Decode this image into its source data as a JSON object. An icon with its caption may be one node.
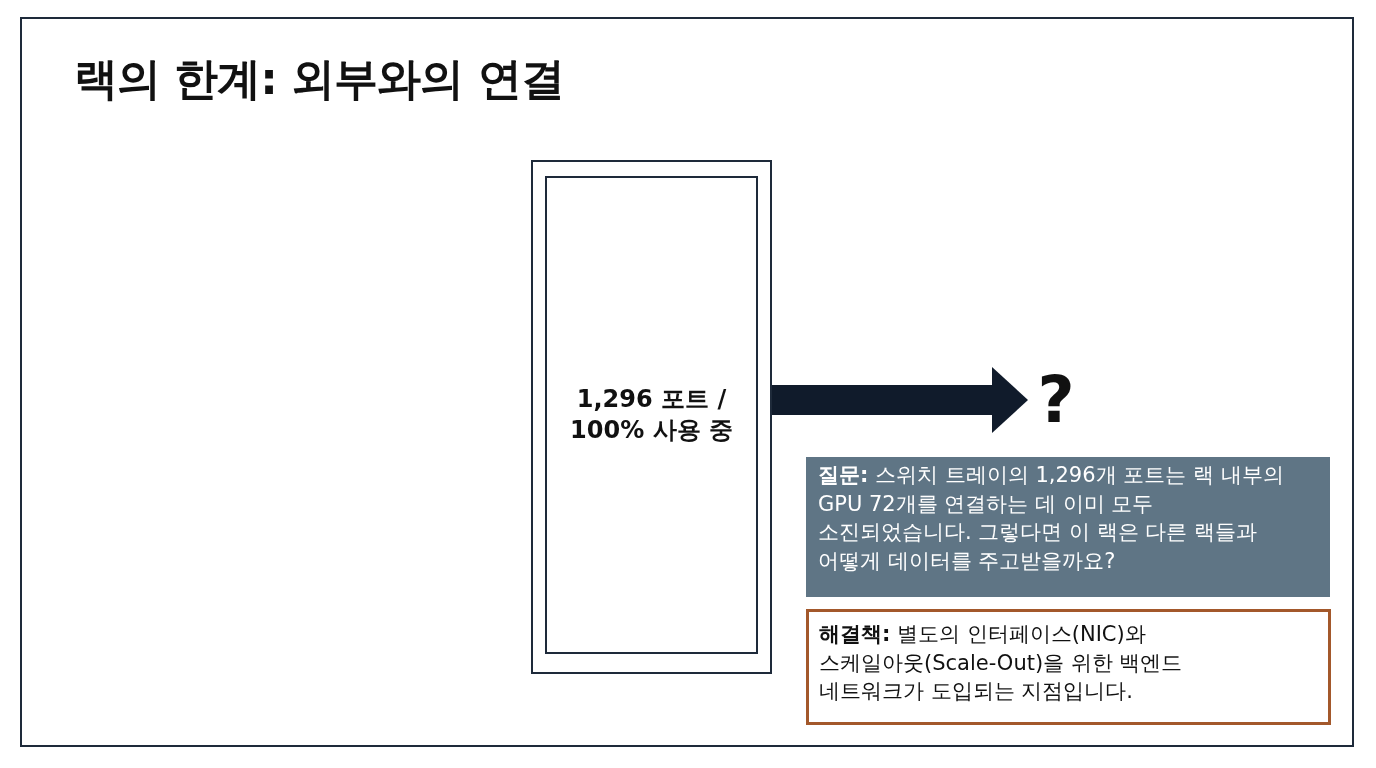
{
  "diagram": {
    "title": "랙의 한계: 외부와의 연결",
    "nodes": [
      {
        "text": [],
        "shape": "box"
      },
      {
        "text": [
          "1,296 포트 / 100% 사용 중"
        ],
        "in": 0
      },
      {
        "text": [
          "?"
        ]
      },
      {
        "text": [
          "**질문:** 스위치 트레이의 1,296개 포트는 랙 내부의 GPU 72개를 연결하는 데 이미 모두 소진되었습니다. 그렇다면 이 랙은 다른 랙들과 어떻게 데이터를 주고받을까요?"
        ]
      },
      {
        "text": [
          "**해결책:** 별도의 인터페이스(NIC)와 스케일아웃(Scale-Out)을 위한 백엔드 네트워크가 도입되는 지점입니다."
        ]
      }
    ],
    "edges": [
      {
        "from": 1,
        "to": 2,
        "arrow": "to"
      }
    ]
  }
}
